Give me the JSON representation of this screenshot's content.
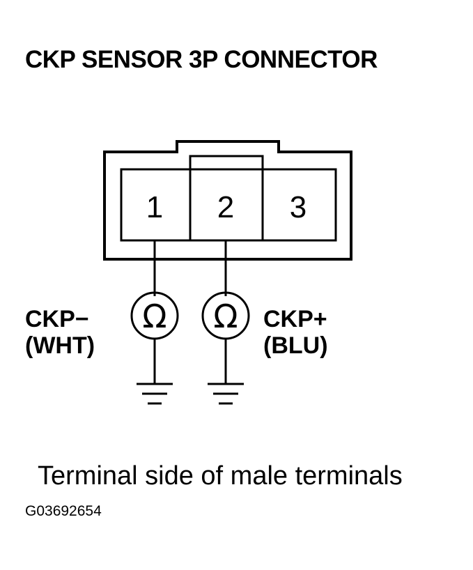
{
  "title": "CKP SENSOR 3P CONNECTOR",
  "connector": {
    "terminals": [
      {
        "number": "1"
      },
      {
        "number": "2"
      },
      {
        "number": "3"
      }
    ]
  },
  "meter_symbol": "Ω",
  "wires": {
    "left": {
      "signal": "CKP−",
      "color": "(WHT)"
    },
    "right": {
      "signal": "CKP+",
      "color": "(BLU)"
    }
  },
  "caption": "Terminal side of male terminals",
  "figure_id": "G03692654"
}
